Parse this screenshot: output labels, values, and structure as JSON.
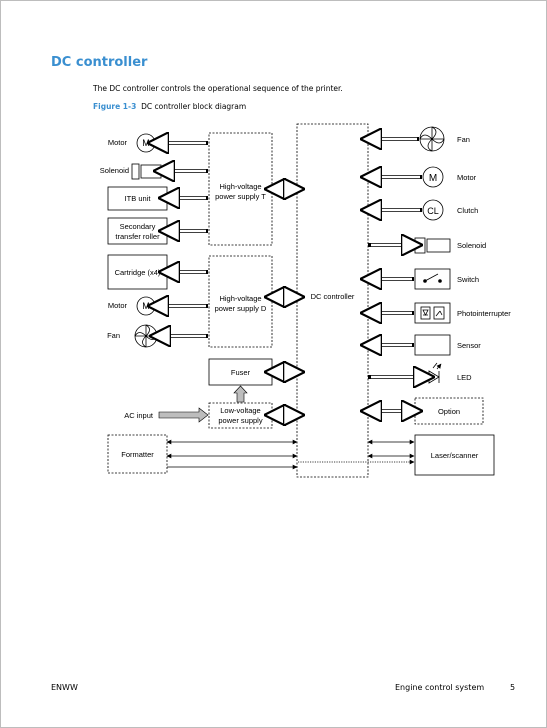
{
  "section_title": "DC controller",
  "intro_text": "The DC controller controls the operational sequence of the printer.",
  "figure": {
    "label": "Figure 1-3",
    "title": "DC controller block diagram"
  },
  "diagram": {
    "center": "DC controller",
    "left": {
      "motor1": "Motor",
      "solenoid": "Solenoid",
      "itb": "ITB unit",
      "secondary1": "Secondary",
      "secondary2": "transfer roller",
      "cartridge": "Cartridge (x4)",
      "motor2": "Motor",
      "fan": "Fan",
      "ac_input": "AC input",
      "formatter": "Formatter"
    },
    "mid": {
      "hvt1": "High-voltage",
      "hvt2": "power supply T",
      "hvd1": "High-voltage",
      "hvd2": "power supply D",
      "fuser": "Fuser",
      "lv1": "Low-voltage",
      "lv2": "power supply"
    },
    "right": {
      "fan": "Fan",
      "motor": "Motor",
      "clutch": "Clutch",
      "solenoid": "Solenoid",
      "switch": "Switch",
      "photointerrupter": "Photointerrupter",
      "sensor": "Sensor",
      "led": "LED",
      "option": "Option",
      "laser": "Laser/scanner"
    },
    "symbols": {
      "motor": "M",
      "clutch": "CL"
    }
  },
  "footer": {
    "left": "ENWW",
    "right": "Engine control system",
    "page": "5"
  }
}
